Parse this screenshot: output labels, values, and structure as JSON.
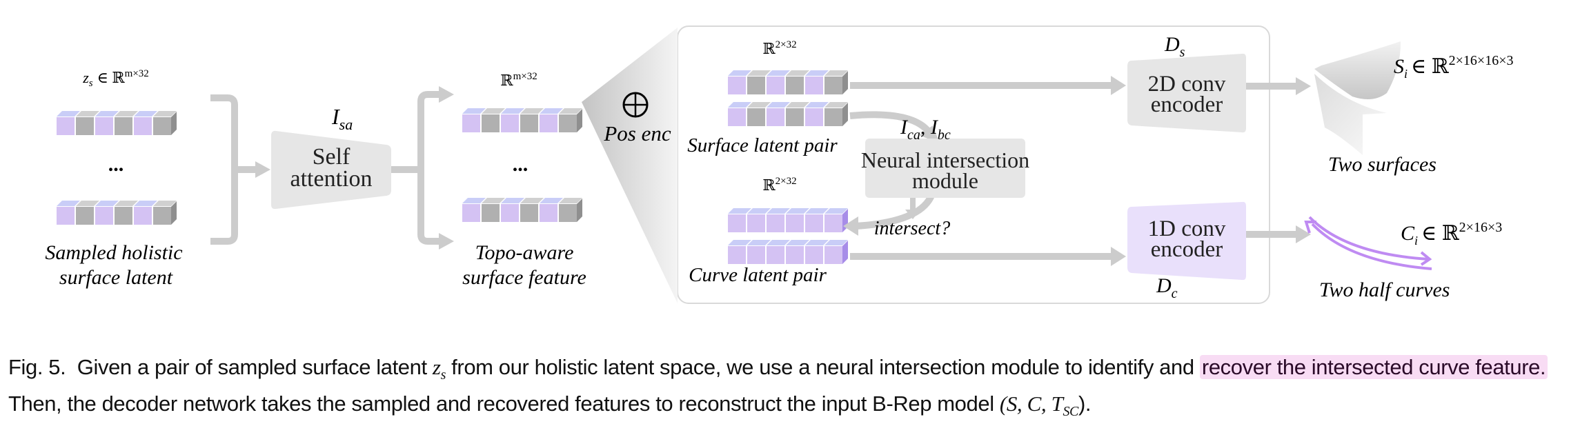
{
  "figure": {
    "input": {
      "math_label": "z_s ∈ ℝ^(m×32)",
      "math_var": "z",
      "math_sub": "s",
      "math_set": "∈ ℝ",
      "math_sup": "m×32",
      "ellipsis": "...",
      "caption_line1": "Sampled holistic",
      "caption_line2": "surface latent"
    },
    "self_attention": {
      "symbol": "I",
      "symbol_sub": "sa",
      "label_line1": "Self",
      "label_line2": "attention"
    },
    "topo_feature": {
      "math_set": "ℝ",
      "math_sup": "m×32",
      "ellipsis": "...",
      "caption_line1": "Topo-aware",
      "caption_line2": "surface feature"
    },
    "pos_enc": {
      "symbol": "⊕",
      "label": "Pos enc"
    },
    "surface_pair": {
      "math_set": "ℝ",
      "math_sup": "2×32",
      "caption": "Surface latent pair"
    },
    "curve_pair": {
      "math_set": "ℝ",
      "math_sup": "2×32",
      "caption": "Curve latent pair"
    },
    "intersection_module": {
      "symbol_a": "I",
      "symbol_a_sub": "ca",
      "symbol_b": "I",
      "symbol_b_sub": "bc",
      "label_line1": "Neural intersection",
      "label_line2": "module",
      "output_label": "intersect?"
    },
    "surface_decoder": {
      "symbol": "D",
      "symbol_sub": "s",
      "label_line1": "2D conv",
      "label_line2": "encoder"
    },
    "curve_decoder": {
      "symbol": "D",
      "symbol_sub": "c",
      "label_line1": "1D conv",
      "label_line2": "encoder"
    },
    "surfaces_output": {
      "math_var": "S",
      "math_sub": "i",
      "math_set": "∈ ℝ",
      "math_sup": "2×16×16×3",
      "caption": "Two surfaces"
    },
    "curves_output": {
      "math_var": "C",
      "math_sub": "i",
      "math_set": "∈ ℝ",
      "math_sup": "2×16×3",
      "caption": "Two half curves"
    },
    "colors": {
      "cube_purple": "#d4c2f3",
      "cube_purple_top": "#c9cdf7",
      "cube_purple_side": "#a78de8",
      "cube_gray": "#b0b0b0",
      "cube_gray_top": "#d0d0d0",
      "cube_gray_side": "#8f8f8f",
      "arrow_gray": "#cccccc",
      "box_gray": "#e6e6e6",
      "box_purple": "#e9e0fb",
      "curve_purple": "#bf8bf2",
      "highlight_pink": "#f8dcf4"
    }
  },
  "caption": {
    "fig_label": "Fig. 5.",
    "text_a": "Given a pair of sampled surface latent ",
    "math_zs_var": "z",
    "math_zs_sub": "s",
    "text_b": " from our holistic latent space, we use a neural intersection module to identify and ",
    "highlight": "recover the intersected curve feature.",
    "text_c": " Then, the decoder network takes the sampled and recovered features to reconstruct the input B-Rep model ",
    "math_tuple": "(S, C, T",
    "math_tuple_sub": "SC",
    "math_tuple_end": ")."
  }
}
